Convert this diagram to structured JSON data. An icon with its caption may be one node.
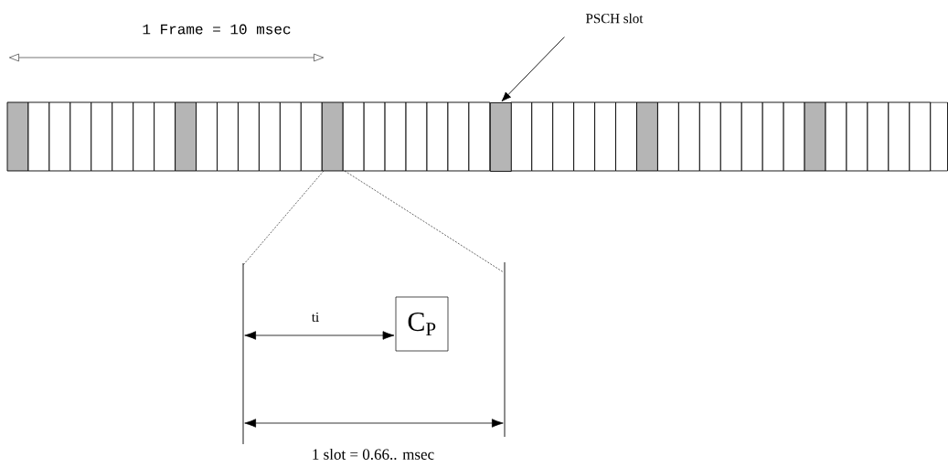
{
  "diagram": {
    "nodes": [
      {
        "text": [
          "PSCH slot"
        ]
      },
      {
        "text": [],
        "shape": "box"
      },
      {
        "text": [
          "C$_{P}$"
        ]
      }
    ],
    "edges": [
      {
        "from": 0,
        "to": 1,
        "arrow": "to"
      }
    ],
    "labels": [
      "1 Frame = 10 msec",
      "ti",
      "1 slot = 0.66.. msec"
    ]
  }
}
